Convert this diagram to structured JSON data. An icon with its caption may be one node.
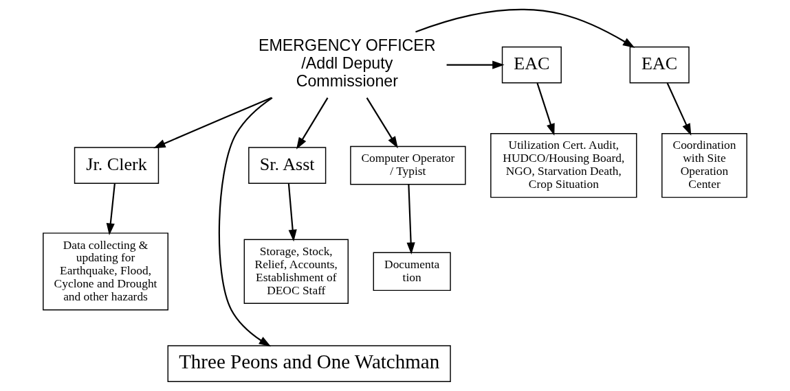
{
  "diagram": {
    "nodes": [
      {
        "text": [
          "EMERGENCY OFFICER /Addl Deputy Commissioner"
        ]
      },
      {
        "text": [
          "EAC"
        ]
      },
      {
        "text": [
          "EAC"
        ]
      },
      {
        "text": [
          "Coordination with Site Operation Center"
        ]
      },
      {
        "text": [
          "Sr. Asst"
        ]
      },
      {
        "text": [
          "Computer Operator / Typist"
        ]
      },
      {
        "text": [
          "Jr. Clerk"
        ]
      },
      {
        "text": [
          "Storage, Stock, Relief, Accounts, Establishment of DEOC Staff"
        ]
      },
      {
        "text": [
          "Documenta tion"
        ]
      },
      {
        "text": [
          "Data collecting & updating for Earthquake, Flood, Cyclone and Drought and other hazards"
        ]
      },
      {
        "text": [
          "Utilization Cert. Audit, HUDCO/Housing Board, NGO, Starvation Death, Crop Situation"
        ]
      },
      {
        "text": [
          "Three Peons and One Watchman"
        ]
      }
    ],
    "edges": [
      {
        "from": 0,
        "to": 1,
        "arrow": "to"
      },
      {
        "from": 0,
        "to": 2,
        "arrow": "to"
      },
      {
        "from": 1,
        "to": 3,
        "arrow": "to"
      },
      {
        "from": 0,
        "to": 4,
        "arrow": "to"
      },
      {
        "from": 0,
        "to": 11,
        "arrow": "to"
      },
      {
        "from": 0,
        "to": 5,
        "arrow": "to"
      },
      {
        "from": 0,
        "to": 6,
        "arrow": "to"
      },
      {
        "from": 4,
        "to": 7,
        "arrow": "to"
      },
      {
        "from": 5,
        "to": 8,
        "arrow": "to"
      },
      {
        "from": 6,
        "to": 9,
        "arrow": "to"
      },
      {
        "from": 2,
        "to": 10,
        "arrow": "to"
      }
    ]
  }
}
